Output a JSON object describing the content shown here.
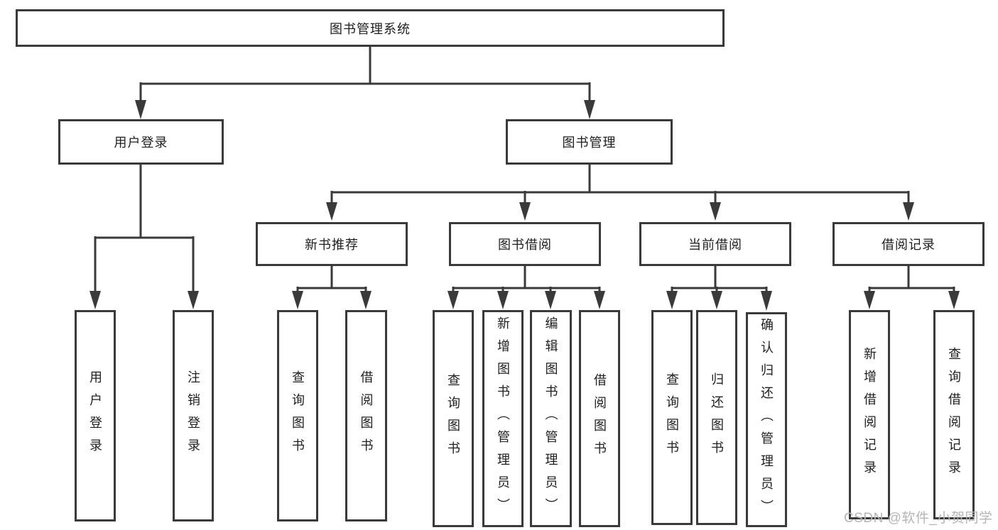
{
  "diagram": {
    "root": {
      "label": "图书管理系统"
    },
    "branches": [
      {
        "label": "用户登录",
        "leaves": [
          {
            "label": "用户登录"
          },
          {
            "label": "注销登录"
          }
        ]
      },
      {
        "label": "图书管理",
        "sections": [
          {
            "label": "新书推荐",
            "leaves": [
              {
                "label": "查询图书"
              },
              {
                "label": "借阅图书"
              }
            ]
          },
          {
            "label": "图书借阅",
            "leaves": [
              {
                "label": "查询图书"
              },
              {
                "label": "新增图书（管理员）"
              },
              {
                "label": "编辑图书（管理员）"
              },
              {
                "label": "借阅图书"
              }
            ]
          },
          {
            "label": "当前借阅",
            "leaves": [
              {
                "label": "查询图书"
              },
              {
                "label": "归还图书"
              },
              {
                "label": "确认归还（管理员）"
              }
            ]
          },
          {
            "label": "借阅记录",
            "leaves": [
              {
                "label": "新增借阅记录"
              },
              {
                "label": "查询借阅记录"
              }
            ]
          }
        ]
      }
    ],
    "watermark": "CSDN @软件_小贺同学",
    "colors": {
      "line": "#3a3a3a",
      "text": "#1f1f1f",
      "watermark": "#b5b5b5",
      "background": "#ffffff"
    }
  }
}
